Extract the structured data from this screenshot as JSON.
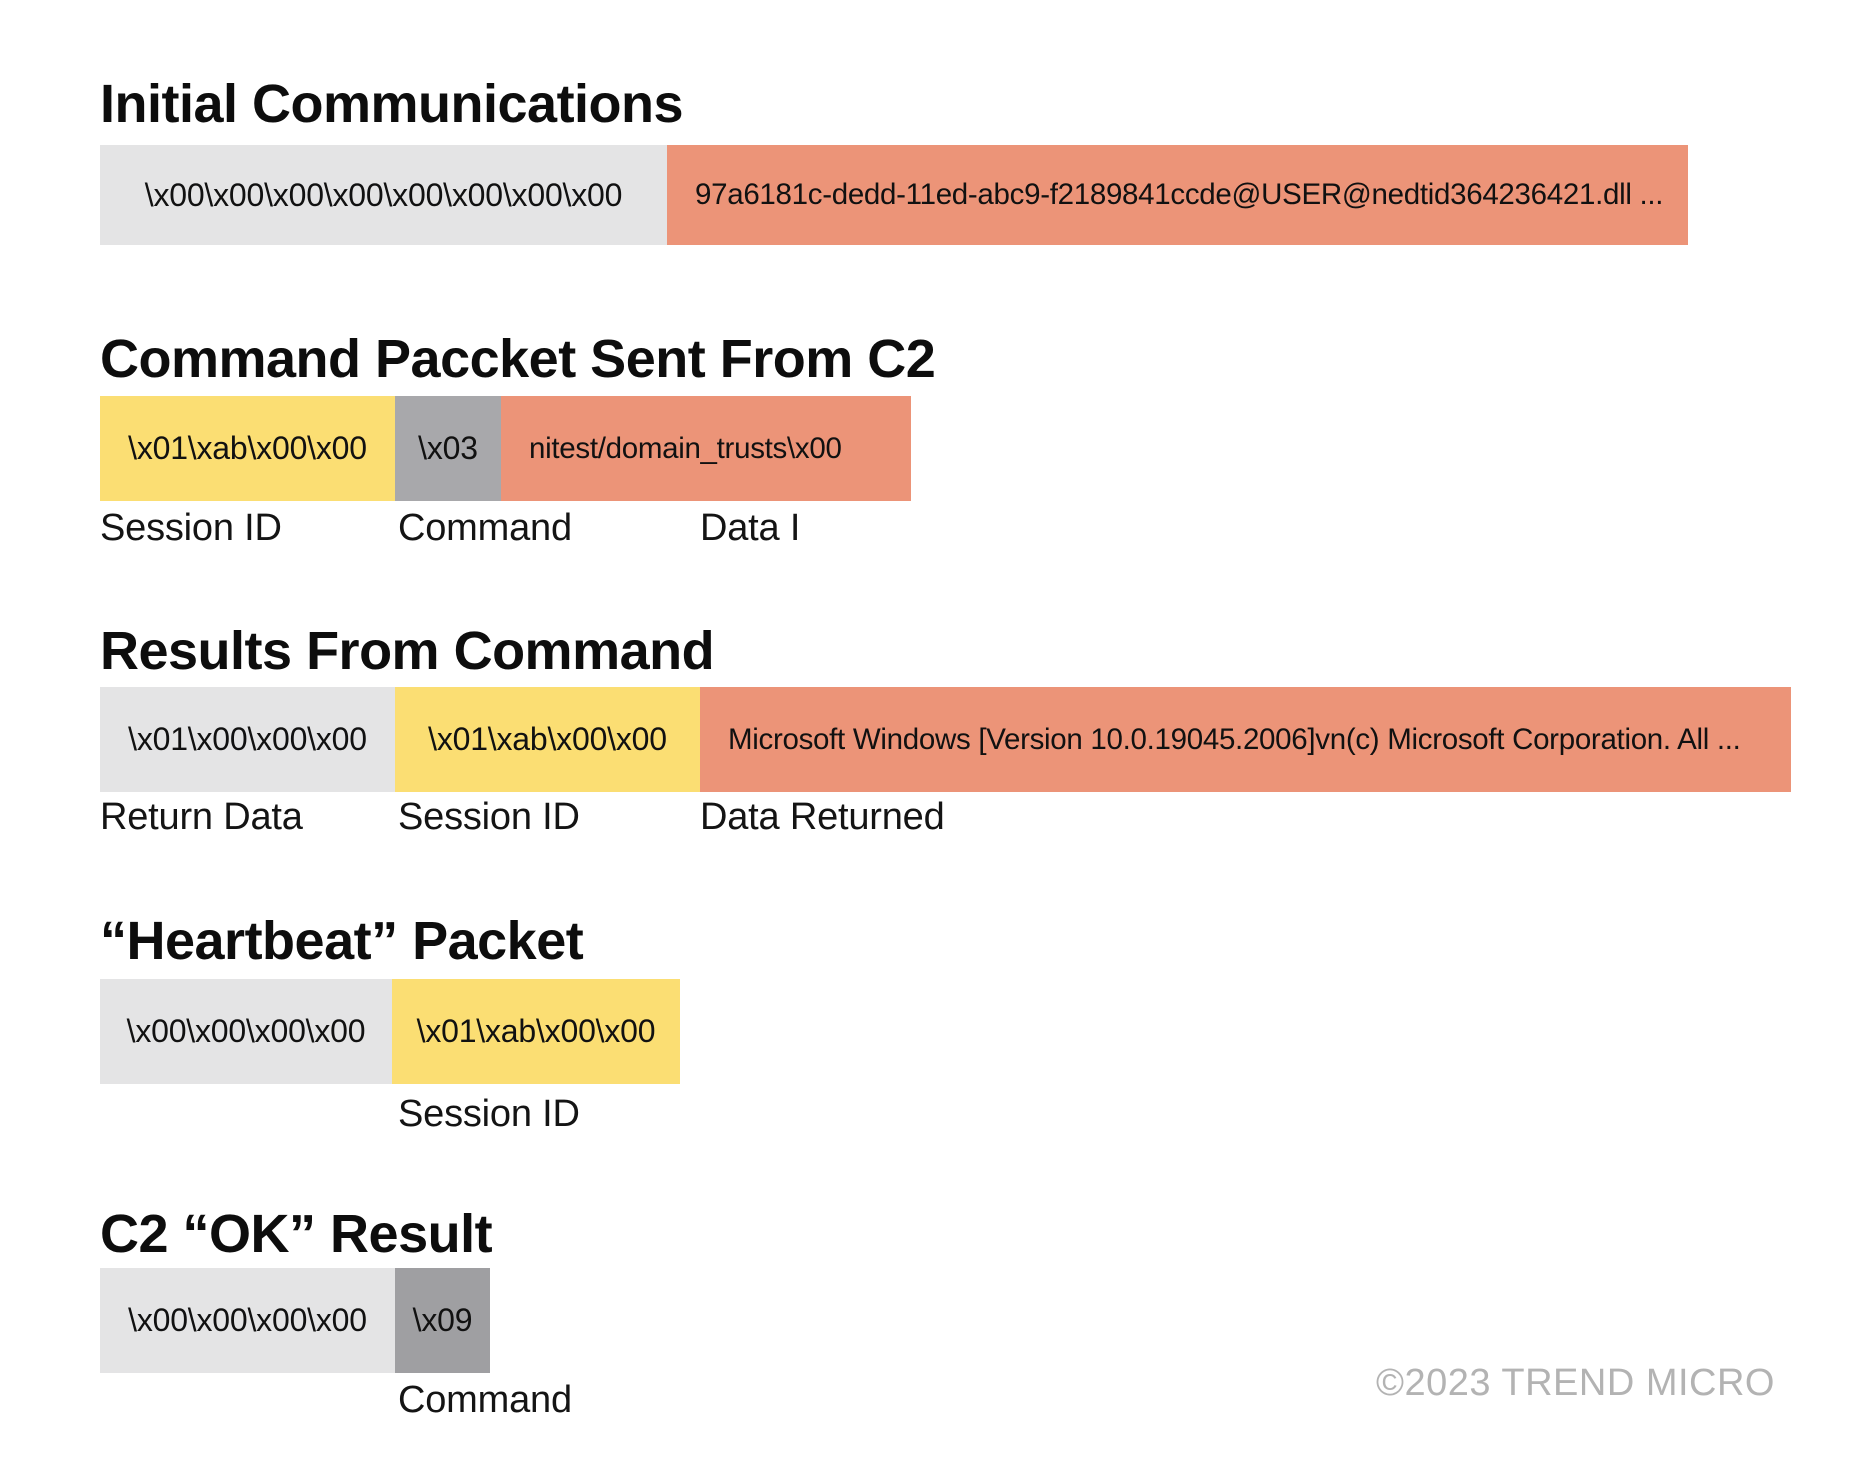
{
  "colors": {
    "light_gray": "#e4e4e5",
    "salmon": "#ec9478",
    "yellow": "#fbde73",
    "mid_gray": "#a8a8ab",
    "dark_gray": "#9f9fa2",
    "title_text": "#0d0d0d",
    "label_text": "#141414",
    "watermark_text": "#b3b3b3"
  },
  "watermark": "©2023 TREND MICRO",
  "sections": [
    {
      "title": "Initial Communications",
      "boxes": [
        {
          "text": "\\x00\\x00\\x00\\x00\\x00\\x00\\x00\\x00",
          "color": "light_gray"
        },
        {
          "text": "97a6181c-dedd-11ed-abc9-f2189841ccde@USER@nedtid364236421.dll ...",
          "color": "salmon"
        }
      ],
      "labels": []
    },
    {
      "title": "Command Paccket Sent From C2",
      "boxes": [
        {
          "text": "\\x01\\xab\\x00\\x00",
          "color": "yellow"
        },
        {
          "text": "\\x03",
          "color": "mid_gray"
        },
        {
          "text": "nitest/domain_trusts\\x00",
          "color": "salmon"
        }
      ],
      "labels": [
        "Session ID",
        "Command",
        "Data I"
      ]
    },
    {
      "title": "Results From Command",
      "boxes": [
        {
          "text": "\\x01\\x00\\x00\\x00",
          "color": "light_gray"
        },
        {
          "text": "\\x01\\xab\\x00\\x00",
          "color": "yellow"
        },
        {
          "text": "Microsoft Windows [Version 10.0.19045.2006]vn(c) Microsoft Corporation. All ...",
          "color": "salmon"
        }
      ],
      "labels": [
        "Return Data",
        "Session ID",
        "Data Returned"
      ]
    },
    {
      "title": "“Heartbeat” Packet",
      "boxes": [
        {
          "text": "\\x00\\x00\\x00\\x00",
          "color": "light_gray"
        },
        {
          "text": "\\x01\\xab\\x00\\x00",
          "color": "yellow"
        }
      ],
      "labels": [
        "Session ID"
      ]
    },
    {
      "title": "C2 “OK” Result",
      "boxes": [
        {
          "text": "\\x00\\x00\\x00\\x00",
          "color": "light_gray"
        },
        {
          "text": "\\x09",
          "color": "dark_gray"
        }
      ],
      "labels": [
        "Command"
      ]
    }
  ]
}
